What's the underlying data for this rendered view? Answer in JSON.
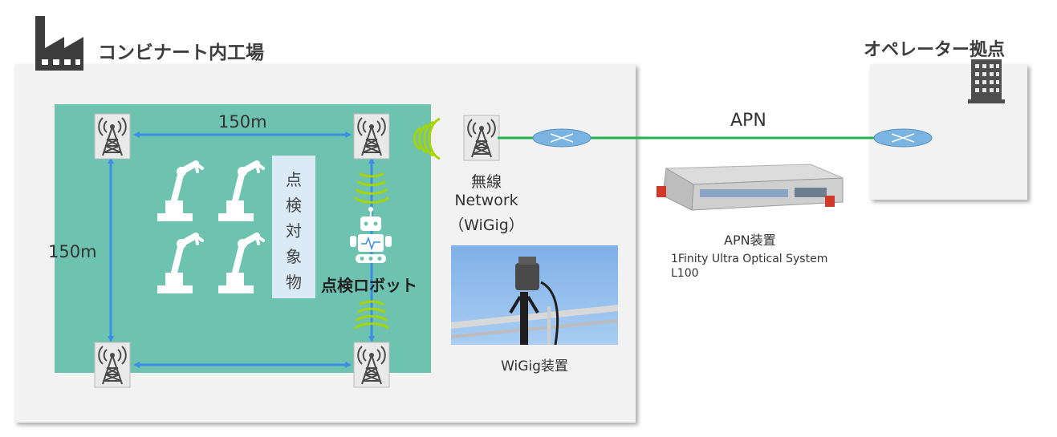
{
  "factory": {
    "title": "コンビナート内工場",
    "distance_top": "150m",
    "distance_left": "150m",
    "inspection_target": [
      "点",
      "検",
      "対",
      "象",
      "物"
    ],
    "robot_label": "点検ロボット"
  },
  "wireless": {
    "label_line1": "無線",
    "label_line2": "Network",
    "label_line3": "（WiGig）",
    "device_label": "WiGig装置"
  },
  "network": {
    "link_label": "APN",
    "device_label": "APN装置",
    "device_model_line1": "1Finity Ultra Optical System",
    "device_model_line2": "L100"
  },
  "operator": {
    "title": "オペレーター拠点"
  },
  "colors": {
    "field": "#6ec2b0",
    "arrow": "#3a8ee6",
    "link": "#22b14c",
    "router": "#7ab4e0",
    "signal": "#a8d400"
  }
}
